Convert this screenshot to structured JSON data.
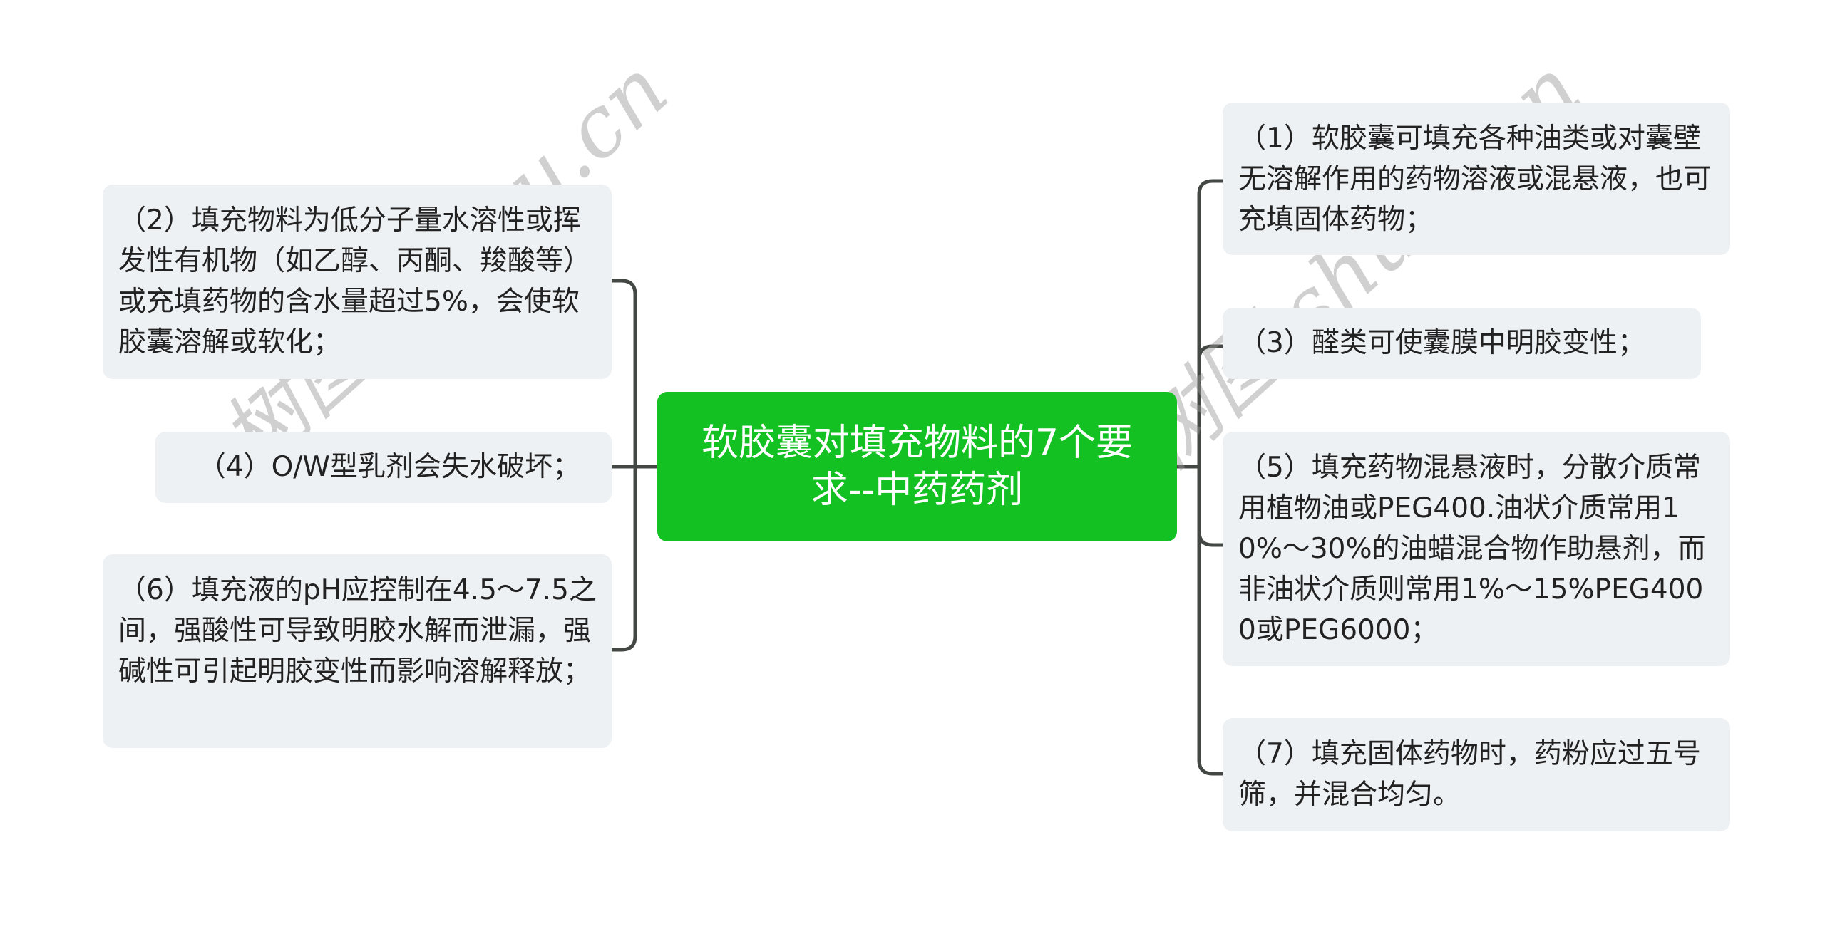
{
  "center": {
    "title": "软胶囊对填充物料的7个要求--中药药剂"
  },
  "left_nodes": [
    {
      "label": "（2）填充物料为低分子量水溶性或挥发性有机物（如乙醇、丙酮、羧酸等）或充填药物的含水量超过5%，会使软胶囊溶解或软化；"
    },
    {
      "label": "（4）O/W型乳剂会失水破坏；"
    },
    {
      "label": "（6）填充液的pH应控制在4.5～7.5之间，强酸性可导致明胶水解而泄漏，强碱性可引起明胶变性而影响溶解释放；"
    }
  ],
  "right_nodes": [
    {
      "label": "（1）软胶囊可填充各种油类或对囊壁无溶解作用的药物溶液或混悬液，也可充填固体药物；"
    },
    {
      "label": "（3）醛类可使囊膜中明胶变性；"
    },
    {
      "label": "（5）填充药物混悬液时，分散介质常用植物油或PEG400.油状介质常用10%～30%的油蜡混合物作助悬剂，而非油状介质则常用1%～15%PEG4000或PEG6000；"
    },
    {
      "label": "（7）填充固体药物时，药粉应过五号筛，并混合均匀。"
    }
  ],
  "watermark": {
    "text": "树图 shutu.cn"
  },
  "colors": {
    "center_bg": "#13C122",
    "node_bg": "#EEF1F4",
    "line": "#444844",
    "text": "#222222"
  }
}
